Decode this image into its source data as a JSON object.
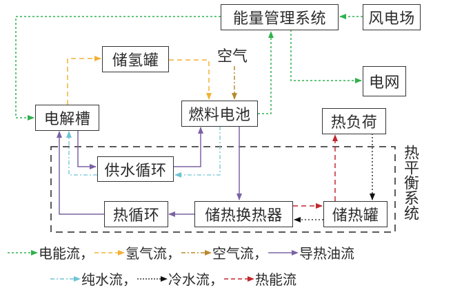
{
  "nodes": {
    "ems": "能量管理系统",
    "wind_farm": "风电场",
    "h2_tank": "储氢罐",
    "grid": "电网",
    "electrolyzer": "电解槽",
    "fuel_cell": "燃料电池",
    "heat_load": "热负荷",
    "water_supply_loop": "供水循环",
    "heat_loop": "热循环",
    "heat_exchanger": "储热换热器",
    "heat_tank": "储热罐"
  },
  "labels": {
    "air": "空气",
    "thermal_balance_system": "热平衡系统"
  },
  "colors": {
    "electric": "#2fb14e",
    "hydrogen": "#f2b134",
    "air": "#b8892e",
    "oil": "#7a62a3",
    "pure_water": "#6ec3d6",
    "cold_water": "#111111",
    "heat": "#c0272d"
  },
  "legend": {
    "row1": [
      {
        "key": "electric",
        "label": "电能流，"
      },
      {
        "key": "hydrogen",
        "label": "氢气流，"
      },
      {
        "key": "air",
        "label": "空气流，"
      },
      {
        "key": "oil",
        "label": "导热油流"
      }
    ],
    "row2": [
      {
        "key": "pure_water",
        "label": "纯水流，"
      },
      {
        "key": "cold_water",
        "label": "冷水流，"
      },
      {
        "key": "heat",
        "label": "热能流"
      }
    ]
  }
}
